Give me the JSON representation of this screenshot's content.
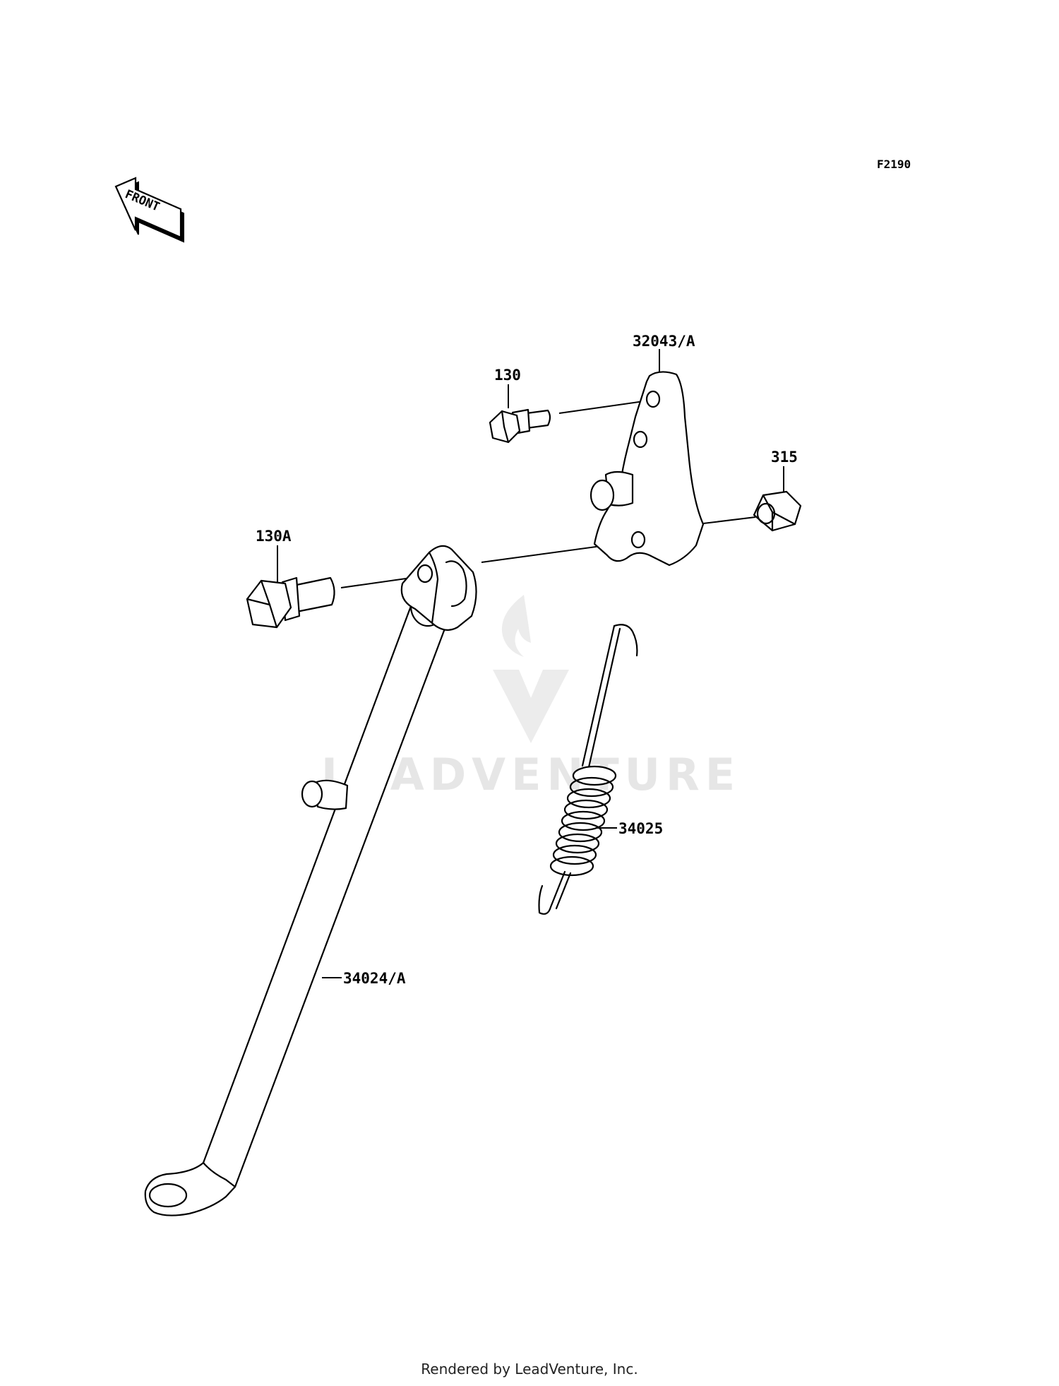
{
  "figure_code": "F2190",
  "front_indicator": "FRONT",
  "watermark": "LEADVENTURE",
  "credit": "Rendered by LeadVenture, Inc.",
  "parts": [
    {
      "id": "bracket",
      "label": "32043/A"
    },
    {
      "id": "bolt-130",
      "label": "130"
    },
    {
      "id": "nut-315",
      "label": "315"
    },
    {
      "id": "bolt-130a",
      "label": "130A"
    },
    {
      "id": "spring",
      "label": "34025"
    },
    {
      "id": "stand",
      "label": "34024/A"
    }
  ]
}
